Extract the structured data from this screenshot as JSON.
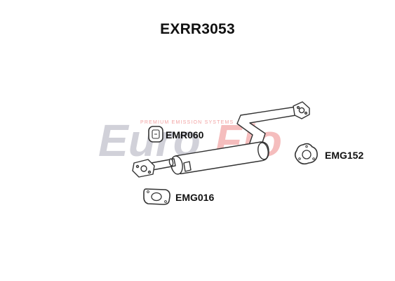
{
  "title": "EXRR3053",
  "watermark": {
    "brand_left": "Euro",
    "brand_right": "Flo",
    "tagline": "PREMIUM EMISSION SYSTEMS",
    "colors": {
      "grey": "#c9c9d3",
      "red": "#f4b2b2"
    }
  },
  "parts": [
    {
      "code": "EMR060",
      "icon": "rubber-hanger-icon"
    },
    {
      "code": "EMG152",
      "icon": "triangle-flange-gasket-icon"
    },
    {
      "code": "EMG016",
      "icon": "two-bolt-gasket-icon"
    }
  ],
  "colors": {
    "line": "#333333",
    "fill": "#ffffff"
  }
}
